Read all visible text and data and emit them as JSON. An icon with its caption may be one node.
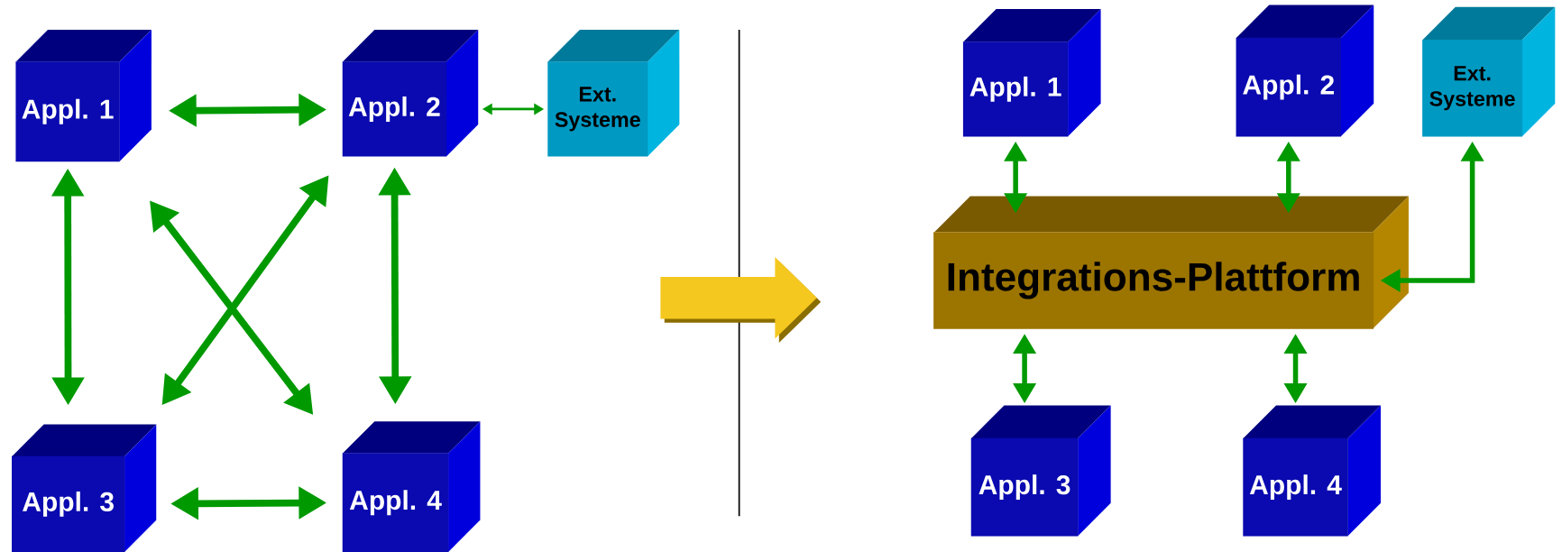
{
  "diagram": {
    "nodes": [
      {
        "text": [
          "Appl. 1"
        ]
      },
      {
        "text": [
          "Appl. 2"
        ]
      },
      {
        "text": [
          "Ext. Systeme"
        ]
      },
      {
        "text": [
          "Appl. 3"
        ]
      },
      {
        "text": [
          "Appl. 4"
        ]
      },
      {
        "text": [
          "Appl. 1"
        ]
      },
      {
        "text": [
          "Appl. 2"
        ]
      },
      {
        "text": [
          "Ext. Systeme"
        ]
      },
      {
        "text": [
          "Integrations-Plattform"
        ]
      },
      {
        "text": [
          "Appl. 3"
        ]
      },
      {
        "text": [
          "Appl. 4"
        ]
      }
    ],
    "edges": [
      {
        "from": 0,
        "to": 1,
        "arrow": "both"
      },
      {
        "from": 1,
        "to": 2,
        "arrow": "both"
      },
      {
        "from": 0,
        "to": 3,
        "arrow": "both"
      },
      {
        "from": 1,
        "to": 4,
        "arrow": "both"
      },
      {
        "from": 0,
        "to": 4,
        "arrow": "both"
      },
      {
        "from": 1,
        "to": 3,
        "arrow": "both"
      },
      {
        "from": 3,
        "to": 4,
        "arrow": "both"
      },
      {
        "from": 5,
        "to": 8,
        "arrow": "both"
      },
      {
        "from": 6,
        "to": 8,
        "arrow": "both"
      },
      {
        "from": 7,
        "to": 8,
        "arrow": "both"
      },
      {
        "from": 8,
        "to": 9,
        "arrow": "both"
      },
      {
        "from": 8,
        "to": 10,
        "arrow": "both"
      }
    ]
  }
}
